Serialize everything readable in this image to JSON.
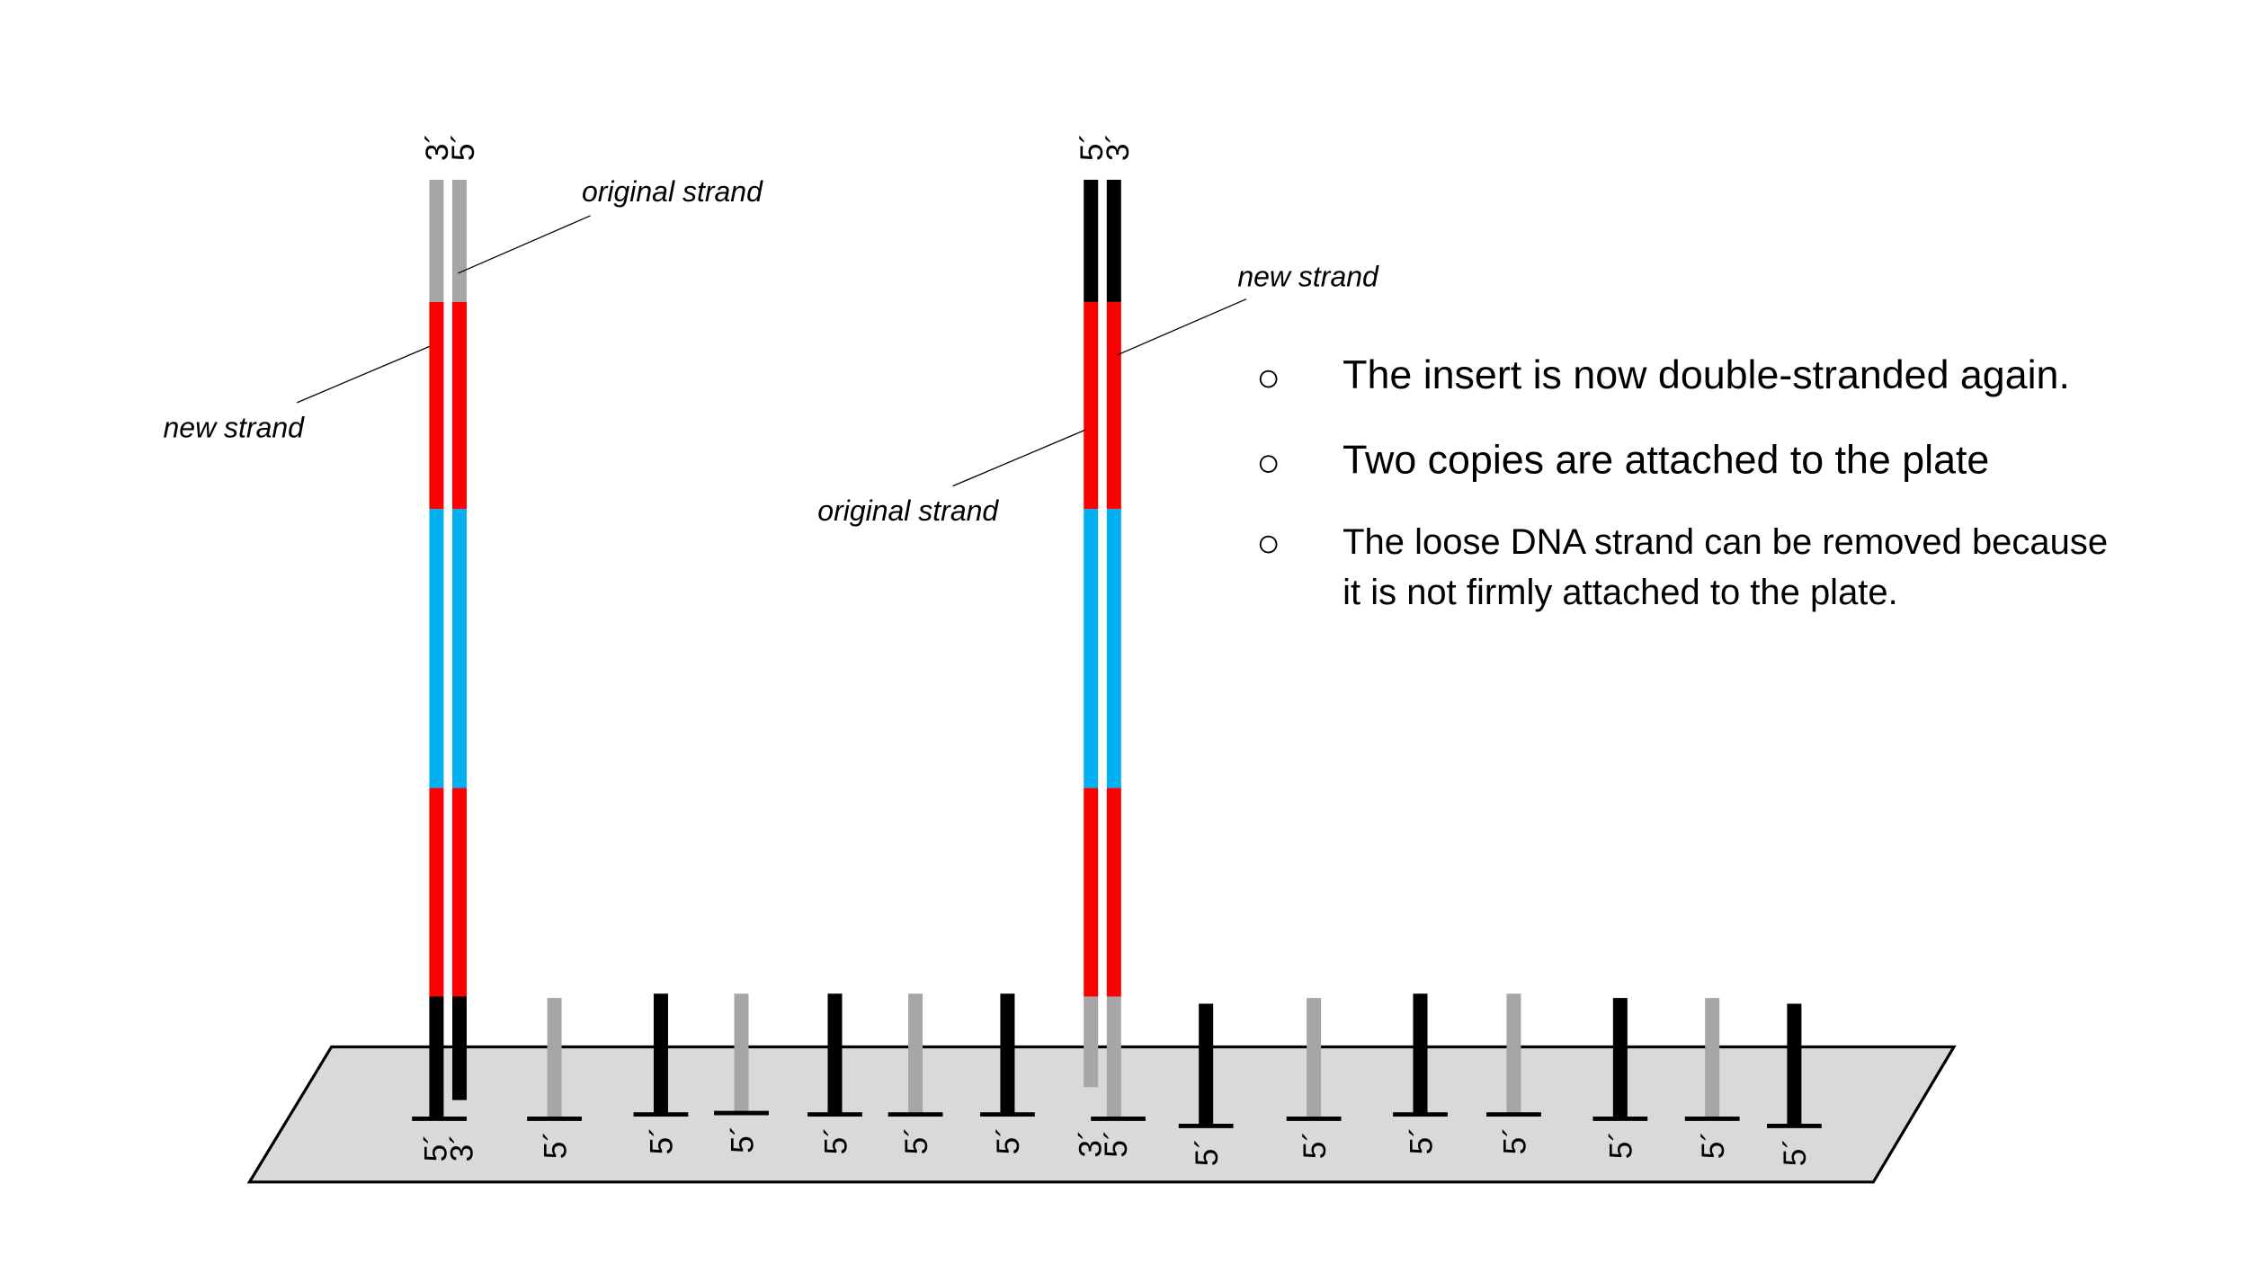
{
  "labels": {
    "original_strand": "original strand",
    "new_strand": "new strand",
    "five_prime": "5´",
    "three_prime": "3´"
  },
  "bullets": [
    {
      "symbol": "○",
      "lines": [
        "The insert is now double-stranded again."
      ]
    },
    {
      "symbol": "○",
      "lines": [
        "Two copies are attached to the plate"
      ]
    },
    {
      "symbol": "○",
      "lines": [
        "The loose DNA strand can be removed because",
        "it is not firmly attached to the plate."
      ]
    }
  ],
  "colors": {
    "adapter_grey": "#a6a6a6",
    "adapter_black": "#000000",
    "insert_flank": "#ff0000",
    "insert_core": "#00b0f0",
    "plate": "#d9d9d9"
  }
}
